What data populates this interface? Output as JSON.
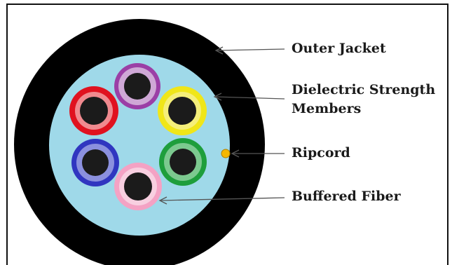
{
  "labels": {
    "outer_jacket": "Outer Jacket",
    "strength_members_line1": "Dielectric Strength",
    "strength_members_line2": "Members",
    "ripcord": "Ripcord",
    "buffered_fiber": "Buffered Fiber"
  },
  "colors": {
    "jacket": "#000000",
    "strength_members": "#9fd9e9",
    "fiber_core": "#1b1b1b",
    "ripcord": "#f5b700",
    "leader_line": "#555555"
  },
  "fibers": [
    {
      "name": "violet",
      "color": "#9b3fa6"
    },
    {
      "name": "yellow",
      "color": "#f0e619"
    },
    {
      "name": "green",
      "color": "#1e9e3c"
    },
    {
      "name": "rose",
      "color": "#f4a2c4"
    },
    {
      "name": "blue",
      "color": "#3036c0"
    },
    {
      "name": "red",
      "color": "#e0121f"
    }
  ]
}
